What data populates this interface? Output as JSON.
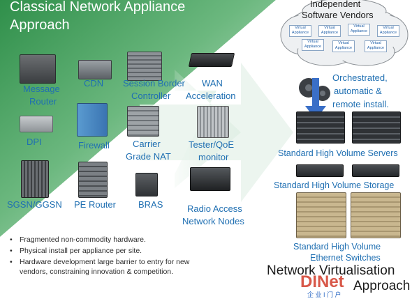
{
  "left": {
    "title_line1": "Classical Network Appliance",
    "title_line2": "Approach",
    "appliances": {
      "message_router_1": "Message",
      "message_router_2": "Router",
      "cdn": "CDN",
      "sbc_1": "Session Border",
      "sbc_2": "Controller",
      "wan_1": "WAN",
      "wan_2": "Acceleration",
      "dpi": "DPI",
      "firewall": "Firewall",
      "cgnat_1": "Carrier",
      "cgnat_2": "Grade NAT",
      "tester_1": "Tester/QoE",
      "tester_2": "monitor",
      "sgsn": "SGSN/GGSN",
      "pe_router": "PE Router",
      "bras": "BRAS",
      "ran_1": "Radio Access",
      "ran_2": "Network Nodes"
    },
    "bullets": [
      "Fragmented non-commodity hardware.",
      "Physical install per appliance per site.",
      "Hardware development  large barrier to entry for new",
      "vendors, constraining innovation & competition."
    ]
  },
  "right": {
    "vendors_1": "Independent",
    "vendors_2": "Software Vendors",
    "virtual_1": "Virtual",
    "virtual_2": "Appliance",
    "orch_1": "Orchestrated,",
    "orch_2": "automatic &",
    "orch_3": "remote install.",
    "servers": "Standard High Volume Servers",
    "storage": "Standard High Volume Storage",
    "switches_1": "Standard High Volume",
    "switches_2": "Ethernet Switches",
    "nv_1": "Network Virtualisation",
    "nv_2": "Approach"
  },
  "watermark": {
    "logo_text": "DINet",
    "tagline": "企 业 I 门 户"
  },
  "colors": {
    "green": "#3f9b57",
    "blue": "#1f6fb2",
    "arrow": "#3a6fc7"
  }
}
